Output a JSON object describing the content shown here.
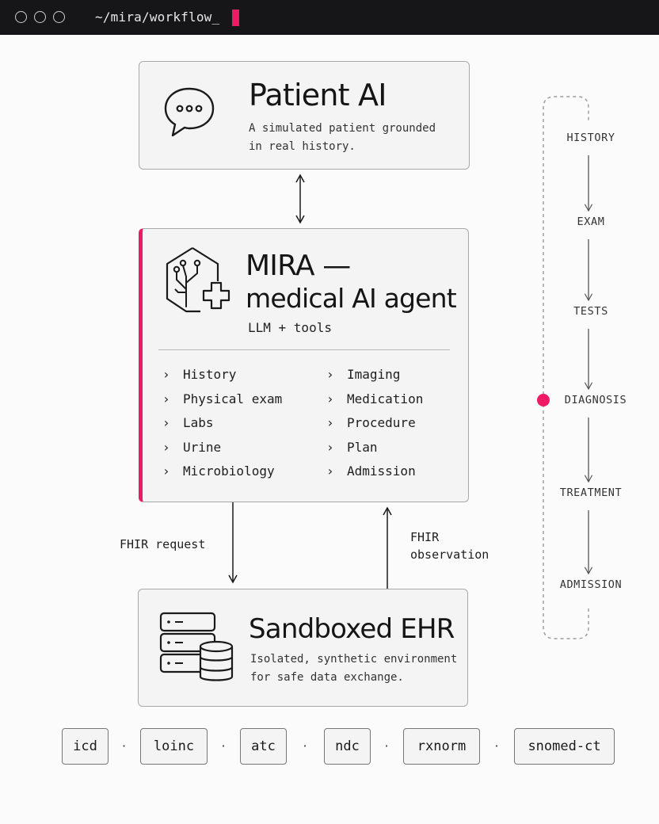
{
  "window": {
    "path": "~/mira/workflow_"
  },
  "patient_ai": {
    "title": "Patient AI",
    "description_line1": "A simulated patient grounded",
    "description_line2": "in real history."
  },
  "mira": {
    "title_line1": "MIRA —",
    "title_line2": "medical AI agent",
    "subtitle": "LLM + tools",
    "tools_left": [
      "History",
      "Physical exam",
      "Labs",
      "Urine",
      "Microbiology"
    ],
    "tools_right": [
      "Imaging",
      "Medication",
      "Procedure",
      "Plan",
      "Admission"
    ],
    "accent_color": "#ee1a63"
  },
  "connectors": {
    "request_label": "FHIR request",
    "observation_line1": "FHIR",
    "observation_line2": "observation"
  },
  "ehr": {
    "title": "Sandboxed EHR",
    "description_line1": "Isolated, synthetic environment",
    "description_line2": "for safe data exchange."
  },
  "workflow": {
    "stages": [
      "HISTORY",
      "EXAM",
      "TESTS",
      "DIAGNOSIS",
      "TREATMENT",
      "ADMISSION"
    ],
    "active_stage": "DIAGNOSIS"
  },
  "vocabularies": [
    "icd",
    "loinc",
    "atc",
    "ndc",
    "rxnorm",
    "snomed-ct"
  ],
  "icons": {
    "patient": "chat-bubble-icon",
    "mira": "medical-tree-icon",
    "ehr": "server-database-icon"
  }
}
